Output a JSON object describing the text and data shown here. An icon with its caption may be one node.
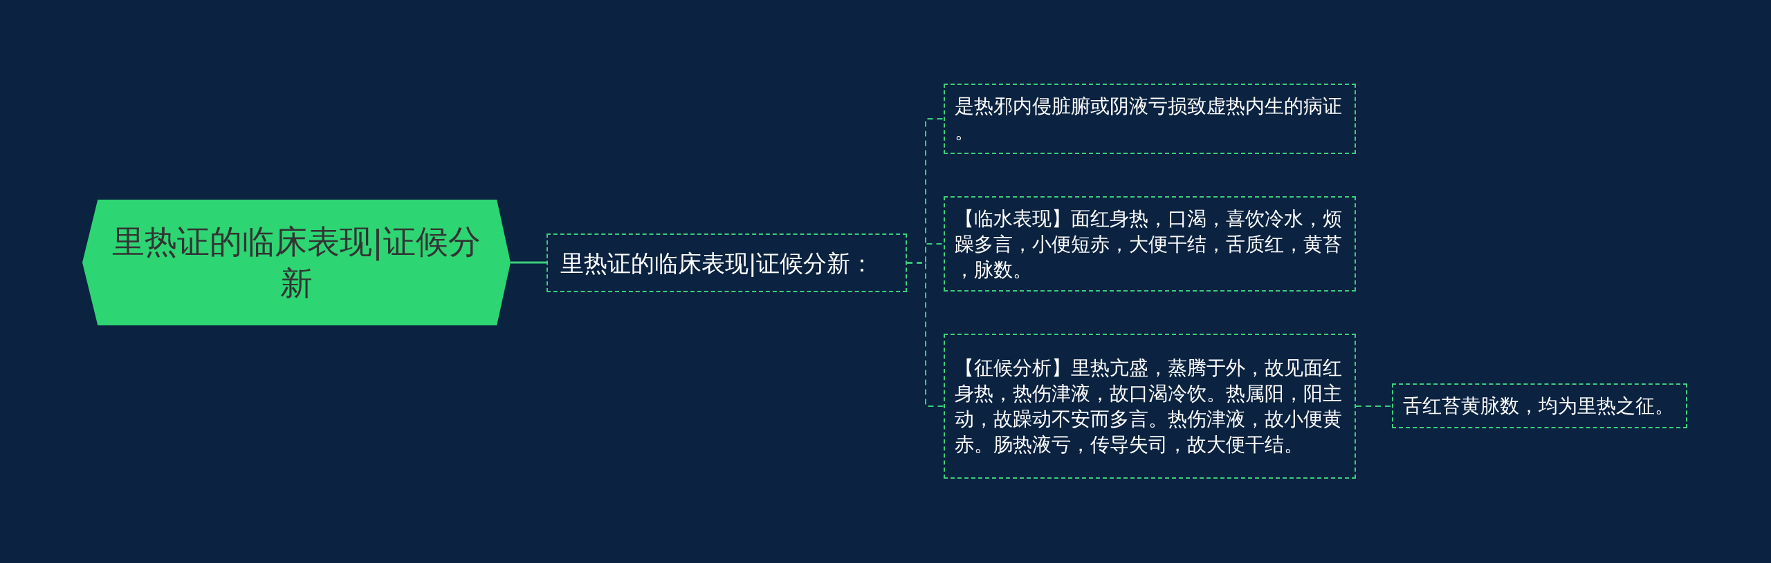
{
  "diagram": {
    "nodes": [
      {
        "text": [
          "里热证的临床表现|证候分新"
        ]
      },
      {
        "text": [
          "里热证的临床表现|证候分新："
        ]
      },
      {
        "text": [
          "是热邪内侵脏腑或阴液亏损致虚热内生的病证。"
        ]
      },
      {
        "text": [
          "【临水表现】面红身热，口渴，喜饮冷水，烦躁多言，小便短赤，大便干结，舌质红，黄苔，脉数。"
        ]
      },
      {
        "text": [
          "【征候分析】里热亢盛，蒸腾于外，故见面红身热，热伤津液，故口渴冷饮。热属阳，阳主动，故躁动不安而多言。热伤津液，故小便黄赤。肠热液亏，传导失司，故大便干结。"
        ]
      },
      {
        "text": [
          "舌红苔黄脉数，均为里热之征。"
        ]
      }
    ],
    "edges": [
      {
        "from": 0,
        "to": 1,
        "arrow": "none"
      },
      {
        "from": 1,
        "to": 2,
        "arrow": "none",
        "style": "dashed"
      },
      {
        "from": 1,
        "to": 3,
        "arrow": "none",
        "style": "dashed"
      },
      {
        "from": 1,
        "to": 4,
        "arrow": "none",
        "style": "dashed"
      },
      {
        "from": 4,
        "to": 5,
        "arrow": "none",
        "style": "dashed"
      }
    ]
  }
}
